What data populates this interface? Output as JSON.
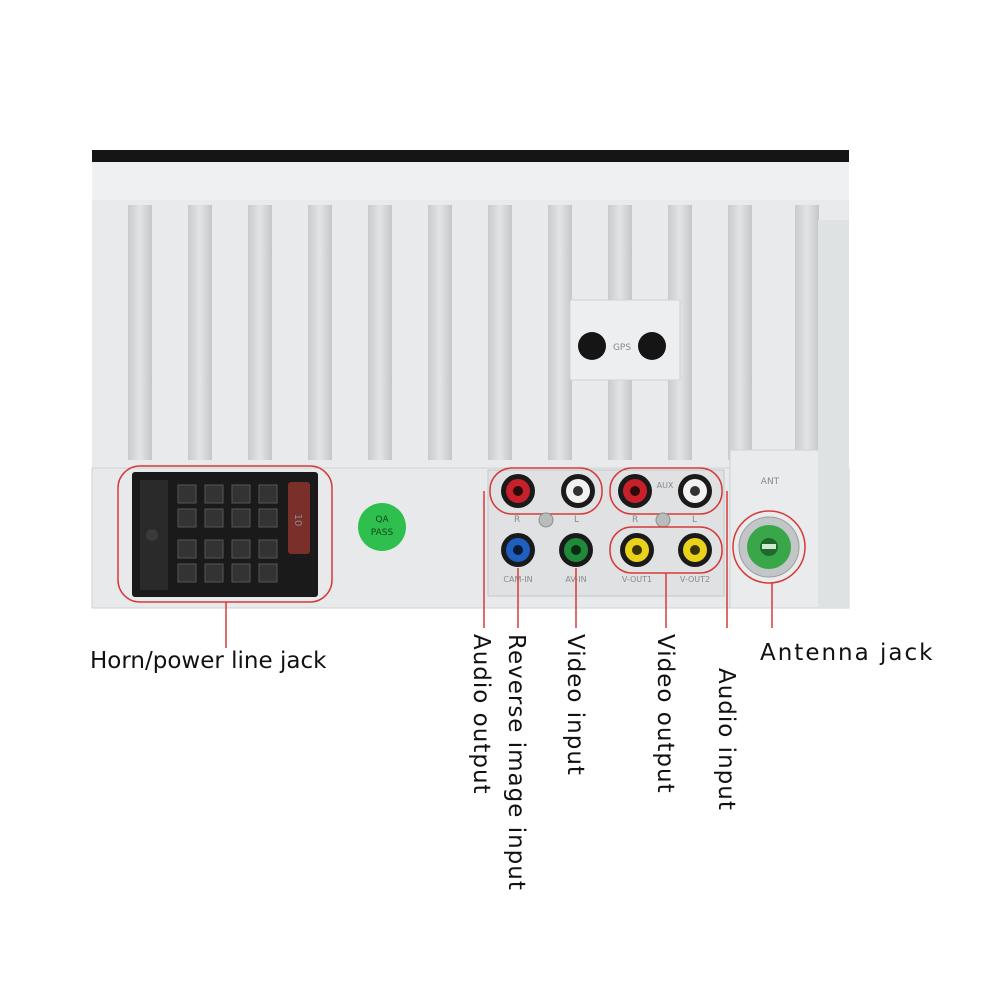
{
  "labels": {
    "horn_power": "Horn/power line jack",
    "audio_output": "Audio output",
    "reverse_image_input": "Reverse image input",
    "video_input": "Video input",
    "video_output": "Video output",
    "audio_input": "Audio input",
    "antenna_jack": "Antenna jack"
  },
  "silkscreen": {
    "qa_line1": "QA",
    "qa_line2": "PASS",
    "gps": "GPS",
    "cam_in": "CAM-IN",
    "av_in": "AV-IN",
    "v_out1": "V-OUT1",
    "v_out2": "V-OUT2",
    "ant": "ANT",
    "aux": "AUX",
    "r1": "R",
    "l1": "L",
    "r2": "R",
    "l2": "L",
    "fuse": "10"
  },
  "colors": {
    "chassis": "#e6e8e9",
    "highlight": "#d63a3a",
    "red_jack": "#c8202a",
    "white_jack": "#f2f2f2",
    "blue_jack": "#1f5fbf",
    "green_jack": "#1e8a3a",
    "yellow_jack": "#e9d21a",
    "antenna": "#3aa64a",
    "qa_sticker": "#2fbf4f"
  }
}
